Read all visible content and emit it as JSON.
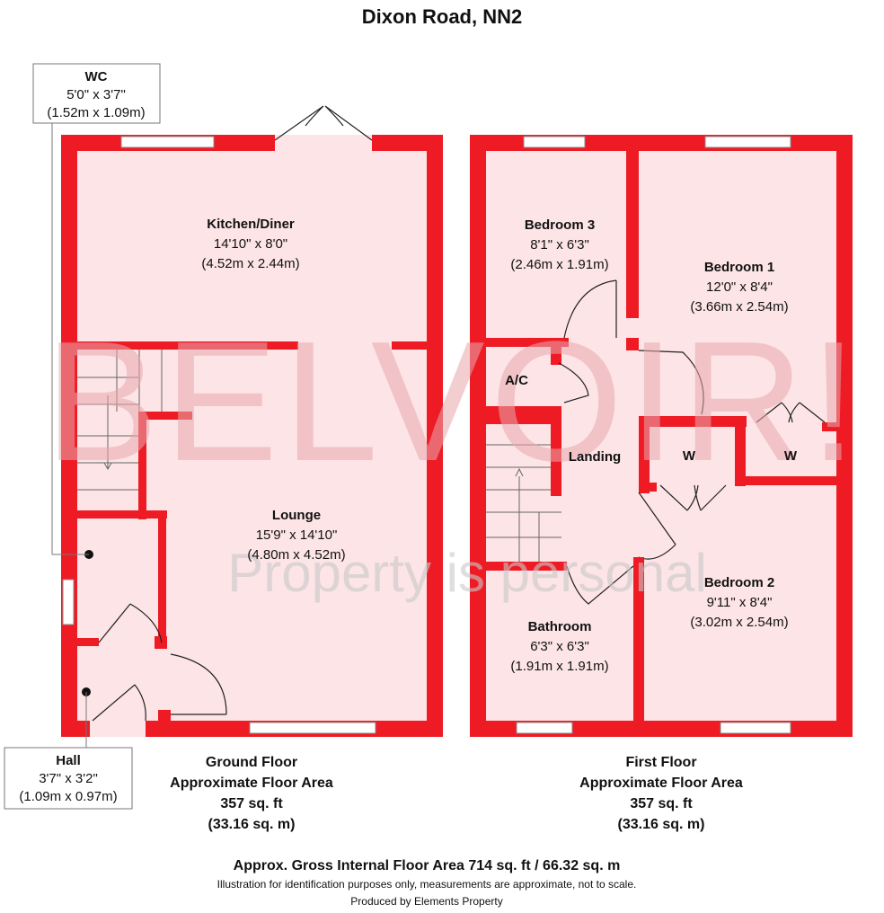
{
  "title": "Dixon Road, NN2",
  "watermark": {
    "main": "BELVOIR!",
    "sub": "Property is personal"
  },
  "colors": {
    "wall": "#ee1b24",
    "floor": "#fde4e6",
    "watermark": "#e8a7ad"
  },
  "rooms": {
    "wc": {
      "name": "WC",
      "imperial": "5'0\" x 3'7\"",
      "metric": "(1.52m x 1.09m)"
    },
    "kitchen": {
      "name": "Kitchen/Diner",
      "imperial": "14'10\" x 8'0\"",
      "metric": "(4.52m x 2.44m)"
    },
    "lounge": {
      "name": "Lounge",
      "imperial": "15'9\" x 14'10\"",
      "metric": "(4.80m x 4.52m)"
    },
    "hall": {
      "name": "Hall",
      "imperial": "3'7\" x 3'2\"",
      "metric": "(1.09m x 0.97m)"
    },
    "bedroom3": {
      "name": "Bedroom 3",
      "imperial": "8'1\" x 6'3\"",
      "metric": "(2.46m x 1.91m)"
    },
    "bedroom1": {
      "name": "Bedroom 1",
      "imperial": "12'0\" x 8'4\"",
      "metric": "(3.66m x 2.54m)"
    },
    "ac": {
      "name": "A/C"
    },
    "landing": {
      "name": "Landing"
    },
    "w1": {
      "name": "W"
    },
    "w2": {
      "name": "W"
    },
    "bedroom2": {
      "name": "Bedroom 2",
      "imperial": "9'11\" x 8'4\"",
      "metric": "(3.02m x 2.54m)"
    },
    "bathroom": {
      "name": "Bathroom",
      "imperial": "6'3\" x 6'3\"",
      "metric": "(1.91m x 1.91m)"
    }
  },
  "floors": {
    "ground": {
      "line1": "Ground Floor",
      "line2": "Approximate Floor Area",
      "line3": "357 sq. ft",
      "line4": "(33.16 sq. m)"
    },
    "first": {
      "line1": "First Floor",
      "line2": "Approximate Floor Area",
      "line3": "357 sq. ft",
      "line4": "(33.16 sq. m)"
    }
  },
  "footer": {
    "gross": "Approx. Gross Internal Floor Area 714 sq. ft / 66.32 sq. m",
    "disclaimer": "Illustration for identification purposes only, measurements are approximate, not to scale.",
    "producer": "Produced by Elements Property"
  }
}
